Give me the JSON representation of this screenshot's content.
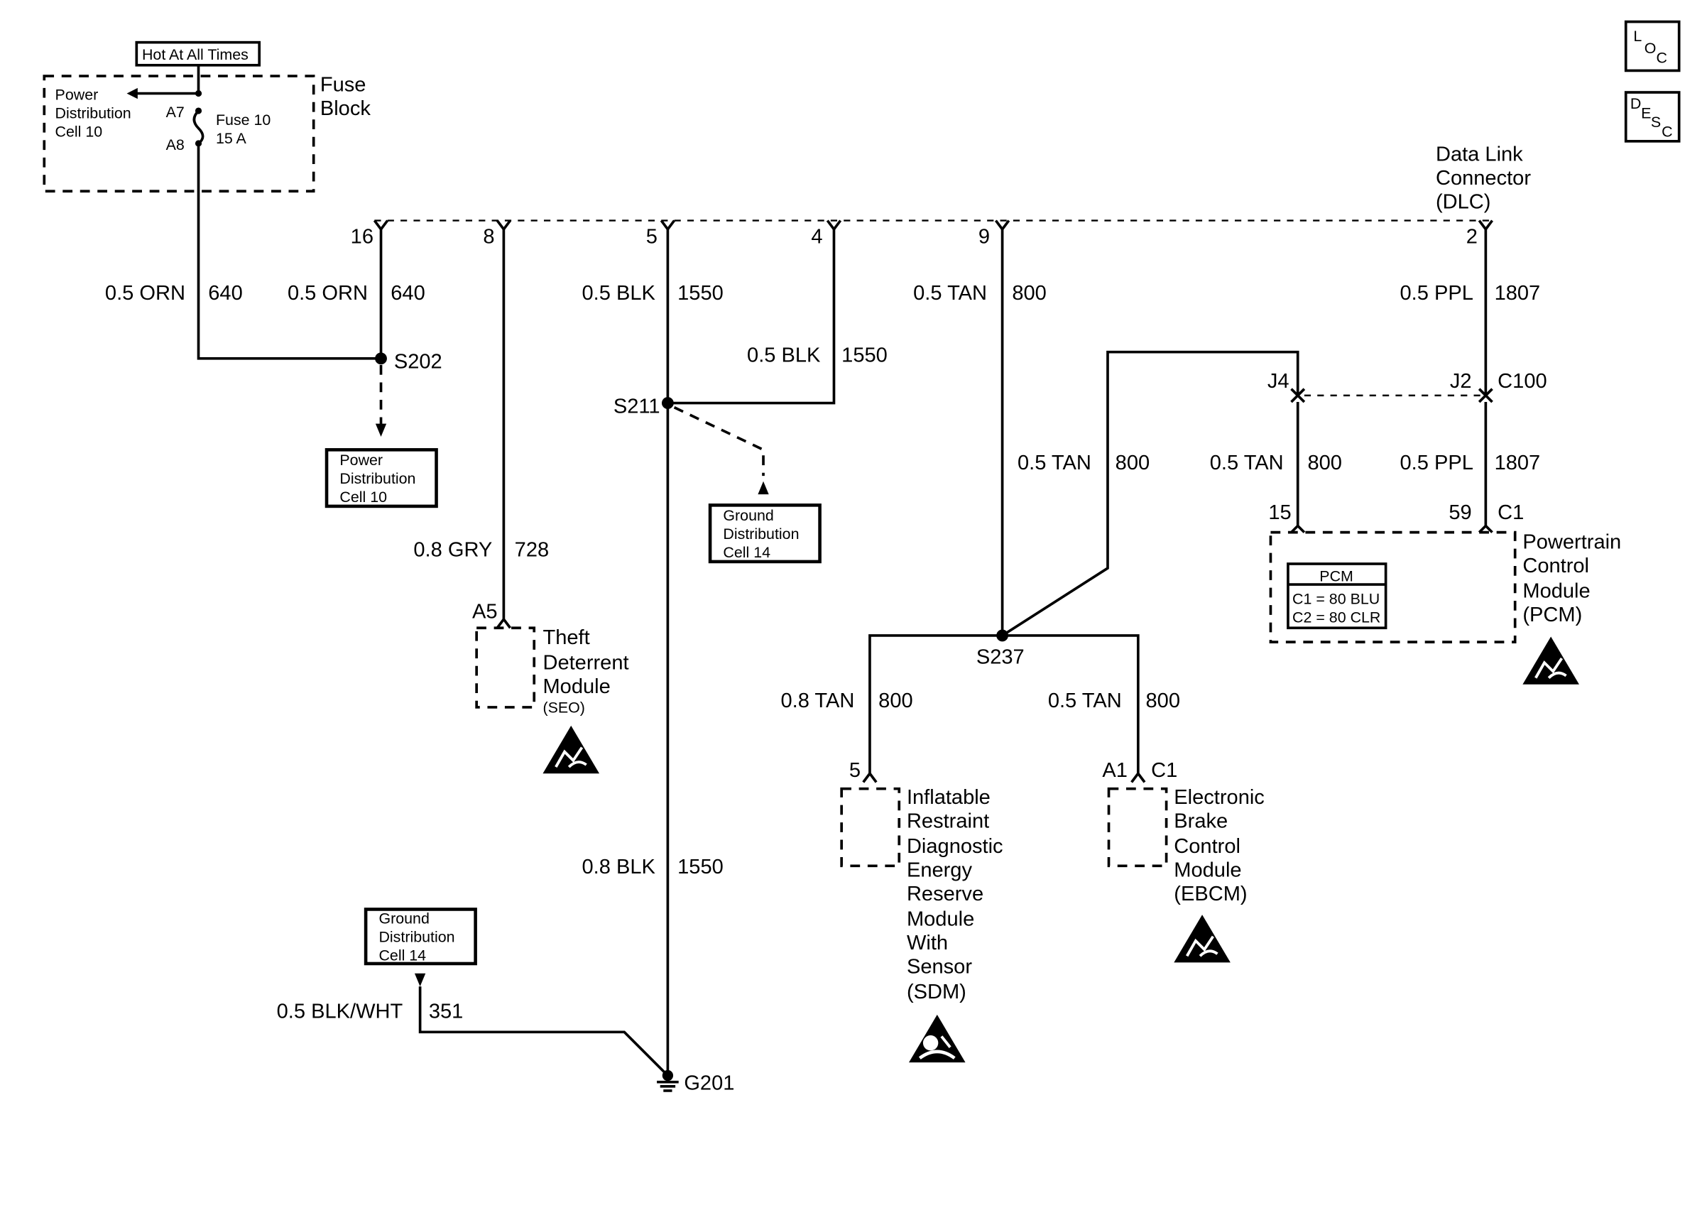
{
  "fuse_block": {
    "hot_label": "Hot At All Times",
    "title": [
      "Fuse",
      "Block"
    ],
    "power_dist": [
      "Power",
      "Distribution",
      "Cell 10"
    ],
    "pin_a7": "A7",
    "pin_a8": "A8",
    "fuse_name": "Fuse 10",
    "fuse_rating": "15 A"
  },
  "dlc": {
    "title": [
      "Data Link",
      "Connector",
      "(DLC)"
    ],
    "pins": [
      "16",
      "8",
      "5",
      "4",
      "9",
      "2"
    ]
  },
  "wires": [
    {
      "id": "fuse-out",
      "size": "0.5 ORN",
      "circuit": "640"
    },
    {
      "id": "dlc16",
      "size": "0.5 ORN",
      "circuit": "640"
    },
    {
      "id": "dlc5",
      "size": "0.5 BLK",
      "circuit": "1550"
    },
    {
      "id": "dlc4",
      "size": "0.5 BLK",
      "circuit": "1550"
    },
    {
      "id": "dlc9",
      "size": "0.5 TAN",
      "circuit": "800"
    },
    {
      "id": "dlc2",
      "size": "0.5 PPL",
      "circuit": "1807"
    },
    {
      "id": "theft",
      "size": "0.8 GRY",
      "circuit": "728"
    },
    {
      "id": "s237-up",
      "size": "0.5 TAN",
      "circuit": "800"
    },
    {
      "id": "pcm15",
      "size": "0.5 TAN",
      "circuit": "800"
    },
    {
      "id": "pcm59",
      "size": "0.5 PPL",
      "circuit": "1807"
    },
    {
      "id": "sdm",
      "size": "0.8 TAN",
      "circuit": "800"
    },
    {
      "id": "ebcm",
      "size": "0.5 TAN",
      "circuit": "800"
    },
    {
      "id": "ground-main",
      "size": "0.8 BLK",
      "circuit": "1550"
    },
    {
      "id": "ground-351",
      "size": "0.5 BLK/WHT",
      "circuit": "351"
    }
  ],
  "splices": [
    "S202",
    "S211",
    "S237"
  ],
  "ground": "G201",
  "ref_boxes": {
    "power_dist": [
      "Power",
      "Distribution",
      "Cell 10"
    ],
    "ground_dist_a": [
      "Ground",
      "Distribution",
      "Cell 14"
    ],
    "ground_dist_b": [
      "Ground",
      "Distribution",
      "Cell 14"
    ]
  },
  "connector_c100": {
    "name": "C100",
    "pin_j4": "J4",
    "pin_j2": "J2"
  },
  "pcm": {
    "pins": [
      "15",
      "59"
    ],
    "connector": "C1",
    "title": [
      "Powertrain",
      "Control",
      "Module",
      "(PCM)"
    ],
    "inset_title": "PCM",
    "inset_c1": "C1 = 80 BLU",
    "inset_c2": "C2 = 80 CLR"
  },
  "theft_module": {
    "pin": "A5",
    "title": [
      "Theft",
      "Deterrent",
      "Module"
    ],
    "sub": "(SEO)"
  },
  "sdm_module": {
    "pin": "5",
    "title": [
      "Inflatable",
      "Restraint",
      "Diagnostic",
      "Energy",
      "Reserve",
      "Module",
      "With",
      "Sensor",
      "(SDM)"
    ]
  },
  "ebcm_module": {
    "pin": "A1",
    "connector": "C1",
    "title": [
      "Electronic",
      "Brake",
      "Control",
      "Module",
      "(EBCM)"
    ]
  },
  "corner_tags": {
    "loc": [
      "L",
      "O",
      "C"
    ],
    "desc": [
      "D",
      "E",
      "S",
      "C"
    ]
  },
  "icons": [
    "esd-warning-icon",
    "airbag-warning-icon",
    "ground-icon",
    "fuse-icon"
  ]
}
